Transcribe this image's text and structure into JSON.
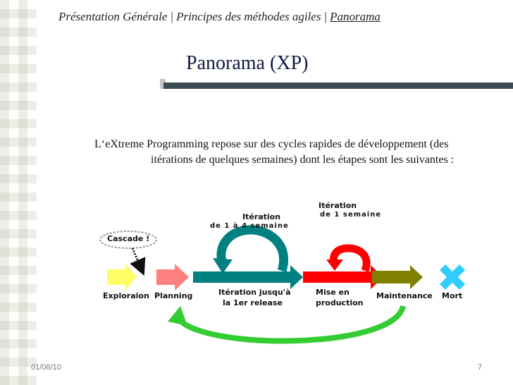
{
  "breadcrumb": {
    "item1": "Présentation Générale",
    "separator": "|",
    "item2": "Principes des méthodes agiles",
    "item3": "Panorama"
  },
  "title": "Panorama (XP)",
  "body": {
    "line1": "L‘eXtreme Programming repose sur des cycles rapides de développement (des",
    "line2": "itérations de quelques semaines) dont les étapes sont les suivantes :"
  },
  "diagram": {
    "cascade": "Cascade !",
    "iteration_top_1": "Itération",
    "iteration_top_2": "de 1 à 4 semaine",
    "iteration_small_1": "Itération",
    "iteration_small_2": "de 1 semaine",
    "step_exploration": "Exploraion",
    "step_planning": "Planning",
    "step_iter_release_1": "Itération jusqu'à",
    "step_iter_release_2": "la 1er release",
    "step_production_1": "Mise en",
    "step_production_2": "production",
    "step_maintenance": "Maintenance",
    "step_mort": "Mort",
    "colors": {
      "exploration": "#ffff66",
      "planning": "#ff8080",
      "iteration": "#008080",
      "production": "#ff0000",
      "maintenance": "#808000",
      "mort": "#33ccff",
      "return": "#33cc33"
    }
  },
  "footer": {
    "date": "01/06/10",
    "page": "7"
  }
}
